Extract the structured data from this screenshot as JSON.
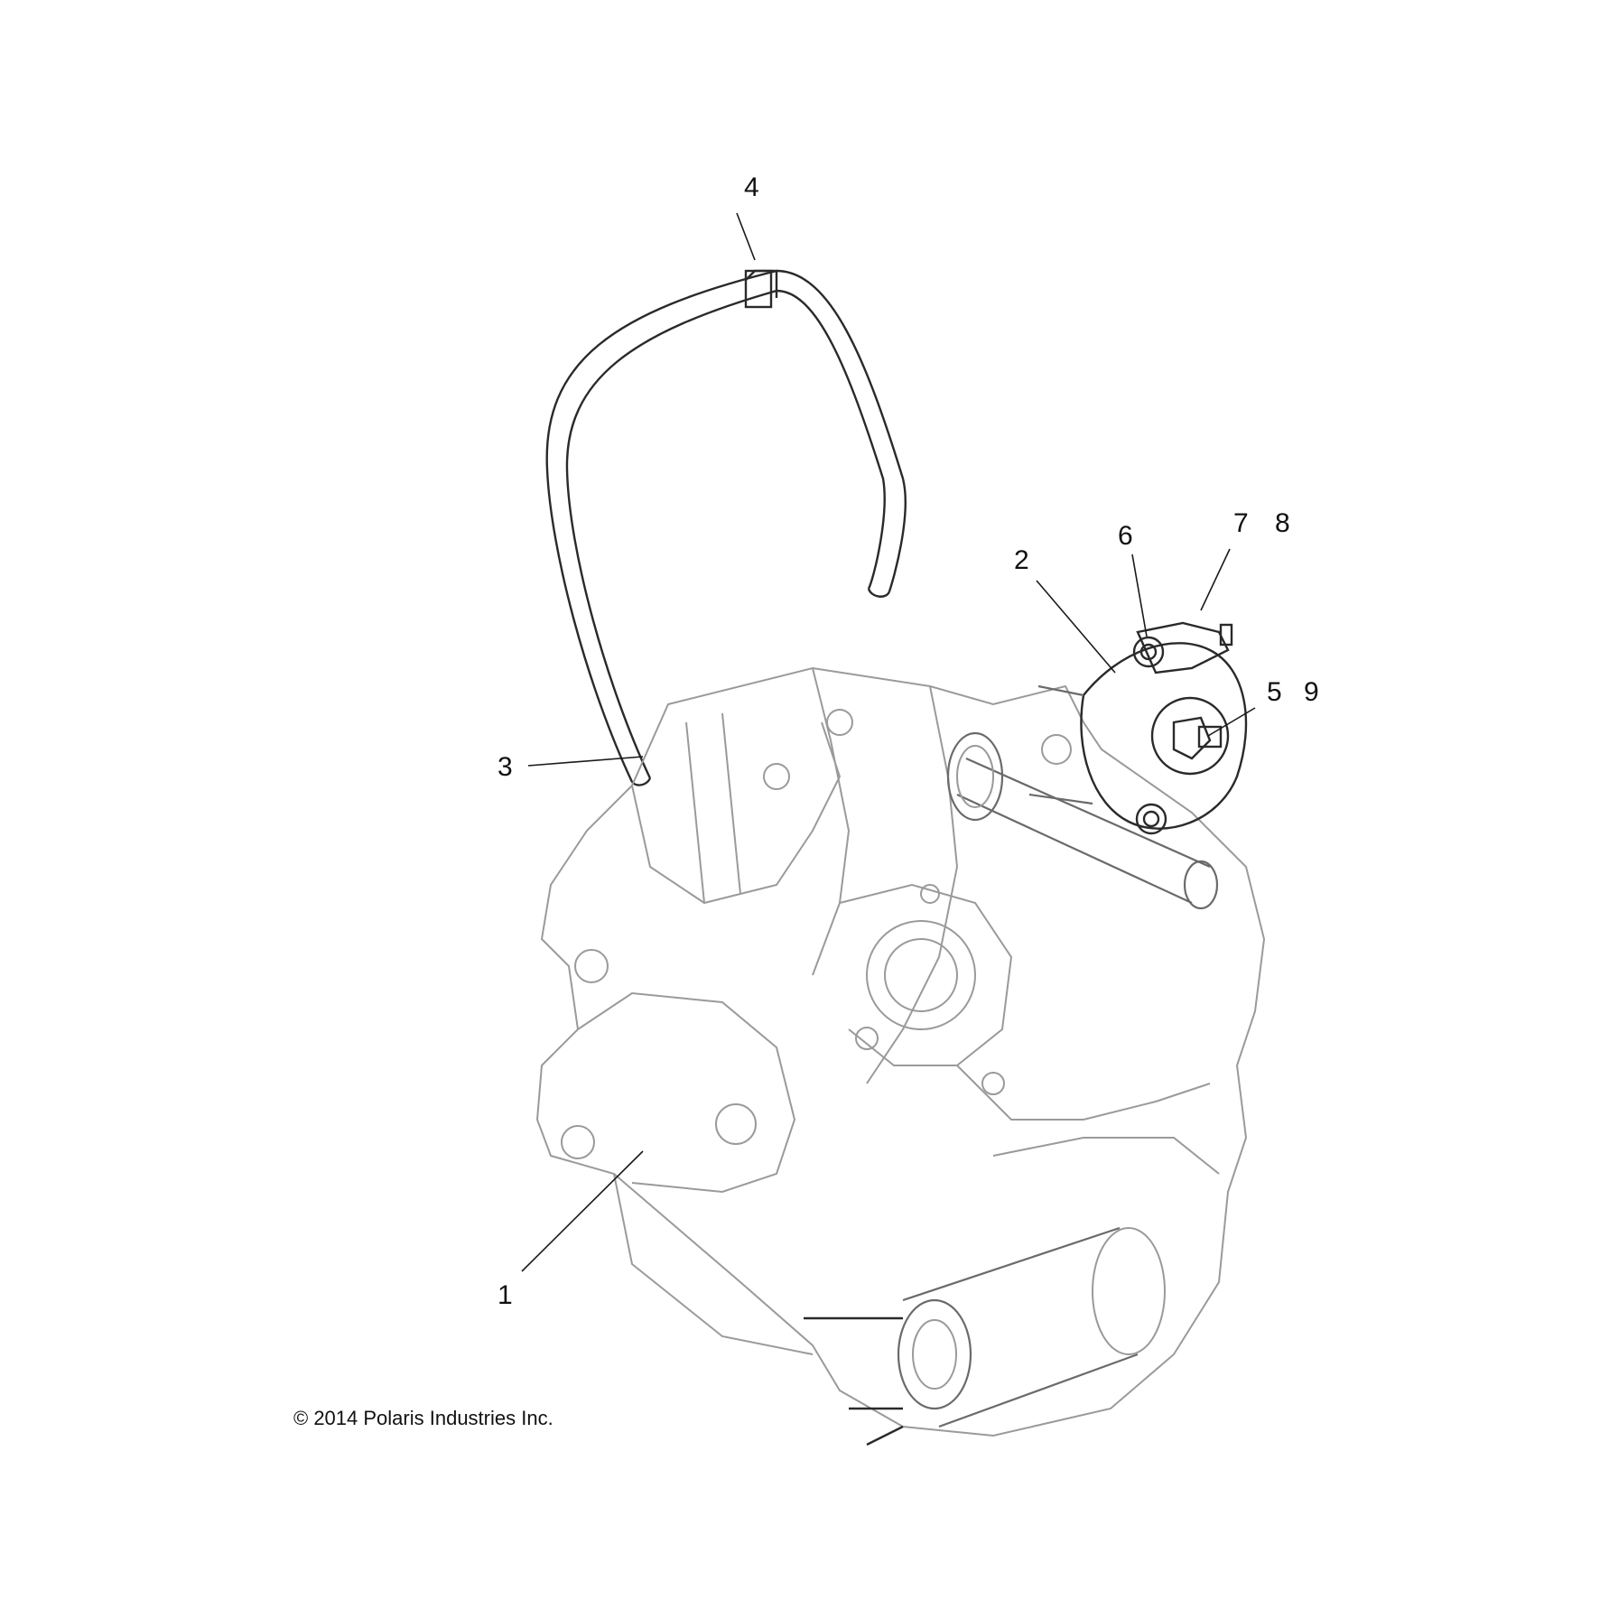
{
  "callouts": [
    {
      "id": "1",
      "label": "1"
    },
    {
      "id": "2",
      "label": "2"
    },
    {
      "id": "3",
      "label": "3"
    },
    {
      "id": "4",
      "label": "4"
    },
    {
      "id": "5",
      "label": "5"
    },
    {
      "id": "6",
      "label": "6"
    },
    {
      "id": "7",
      "label": "7"
    },
    {
      "id": "8",
      "label": "8"
    },
    {
      "id": "9",
      "label": "9"
    }
  ],
  "copyright": "© 2014 Polaris Industries Inc."
}
